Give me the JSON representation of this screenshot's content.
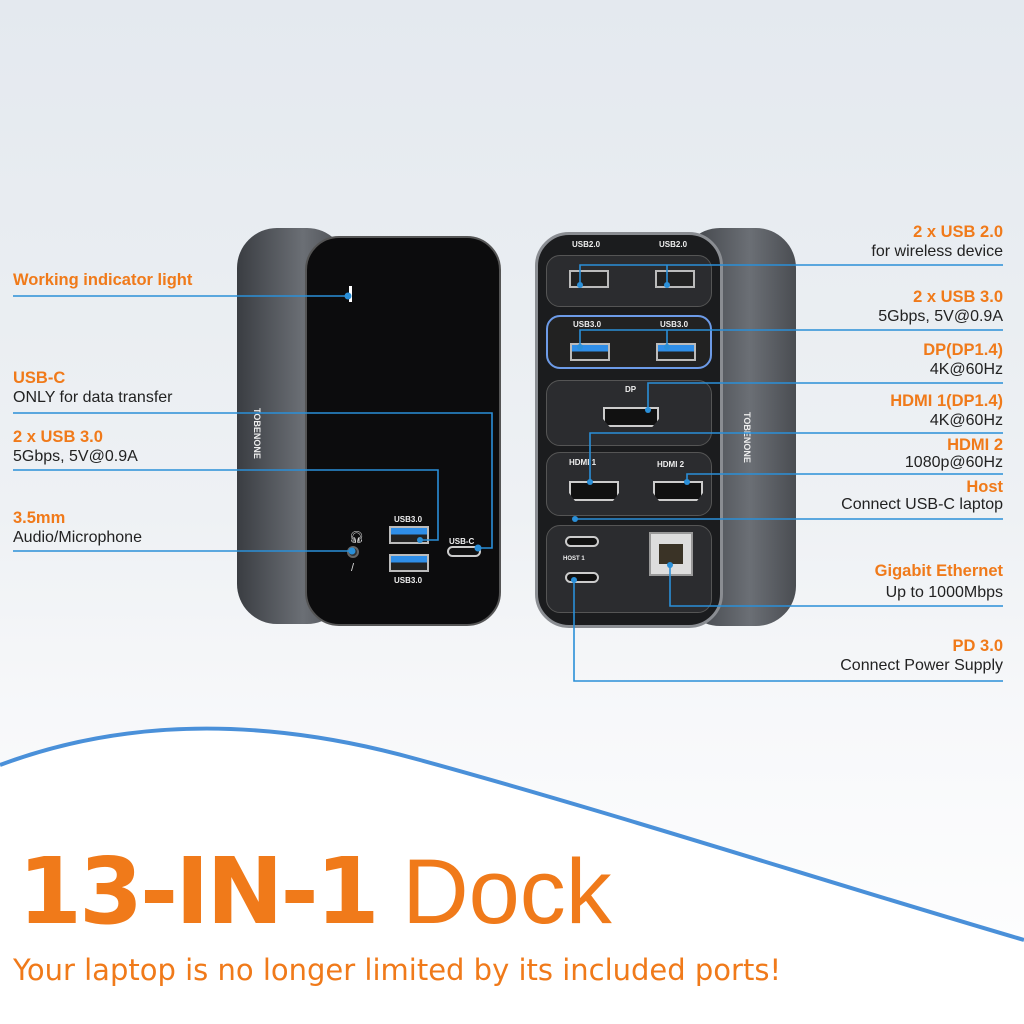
{
  "left_callouts": [
    {
      "title": "Working indicator light",
      "desc": ""
    },
    {
      "title": "USB-C",
      "desc": "ONLY for data transfer"
    },
    {
      "title": "2 x USB 3.0",
      "desc": "5Gbps, 5V@0.9A"
    },
    {
      "title": "3.5mm",
      "desc": "Audio/Microphone"
    }
  ],
  "right_callouts": [
    {
      "title": "2 x USB 2.0",
      "desc": "for wireless device"
    },
    {
      "title": "2 x USB 3.0",
      "desc": "5Gbps, 5V@0.9A"
    },
    {
      "title": "DP(DP1.4)",
      "desc": "4K@60Hz"
    },
    {
      "title": "HDMI 1(DP1.4)",
      "desc": "4K@60Hz"
    },
    {
      "title": "HDMI 2",
      "desc": "1080p@60Hz"
    },
    {
      "title": "Host",
      "desc": "Connect USB-C laptop"
    },
    {
      "title": "Gigabit Ethernet",
      "desc": "Up to 1000Mbps"
    },
    {
      "title": "PD 3.0",
      "desc": "Connect Power Supply"
    }
  ],
  "device_labels": {
    "usb2": "USB2.0",
    "usb3": "USB3.0",
    "dp": "DP",
    "hdmi1": "HDMI 1",
    "hdmi2": "HDMI 2",
    "host1": "HOST 1",
    "usbc": "USB-C",
    "brand": "TOBENONE"
  },
  "headline": {
    "bold": "13-IN-1",
    "rest": " Dock"
  },
  "subtitle": "Your laptop is no longer limited by its included ports!",
  "colors": {
    "accent": "#f07a1a",
    "line": "#2a8fd8"
  }
}
